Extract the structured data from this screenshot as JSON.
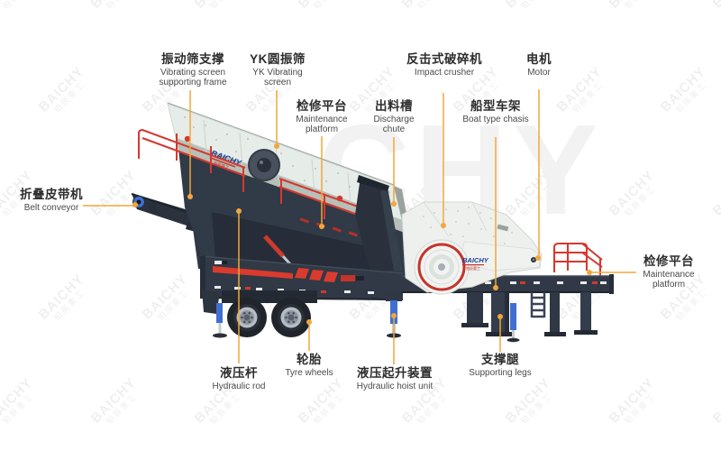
{
  "brand": {
    "name": "BAICHY",
    "sub": "铂辰重工"
  },
  "watermark": {
    "big_text": "CHY"
  },
  "labels": {
    "vibrating_screen_frame": {
      "cn": "振动筛支撑",
      "en": "Vibrating screen supporting frame"
    },
    "yk_screen": {
      "cn": "YK圆振筛",
      "en": "YK Vibrating screen"
    },
    "maintenance_platform_top": {
      "cn": "检修平台",
      "en": "Maintenance platform"
    },
    "discharge_chute": {
      "cn": "出料槽",
      "en": "Discharge chute"
    },
    "impact_crusher": {
      "cn": "反击式破碎机",
      "en": "Impact crusher"
    },
    "motor": {
      "cn": "电机",
      "en": "Motor"
    },
    "boat_chassis": {
      "cn": "船型车架",
      "en": "Boat type chasis"
    },
    "belt_conveyor": {
      "cn": "折叠皮带机",
      "en": "Belt conveyor"
    },
    "hydraulic_rod": {
      "cn": "液压杆",
      "en": "Hydraulic rod"
    },
    "tyre_wheels": {
      "cn": "轮胎",
      "en": "Tyre wheels"
    },
    "hydraulic_hoist": {
      "cn": "液压起升装置",
      "en": "Hydraulic hoist unit"
    },
    "supporting_legs": {
      "cn": "支撑腿",
      "en": "Supporting legs"
    },
    "maintenance_platform_right": {
      "cn": "检修平台",
      "en": "Maintenance platform"
    }
  },
  "colors": {
    "leader_line": "#F1A73B",
    "rail_red": "#D6372E",
    "machine_navy": "#303945",
    "screen_body": "#E6ECE8",
    "logo_blue": "#1C3F97",
    "cylinder_blue": "#3F6FD1"
  }
}
